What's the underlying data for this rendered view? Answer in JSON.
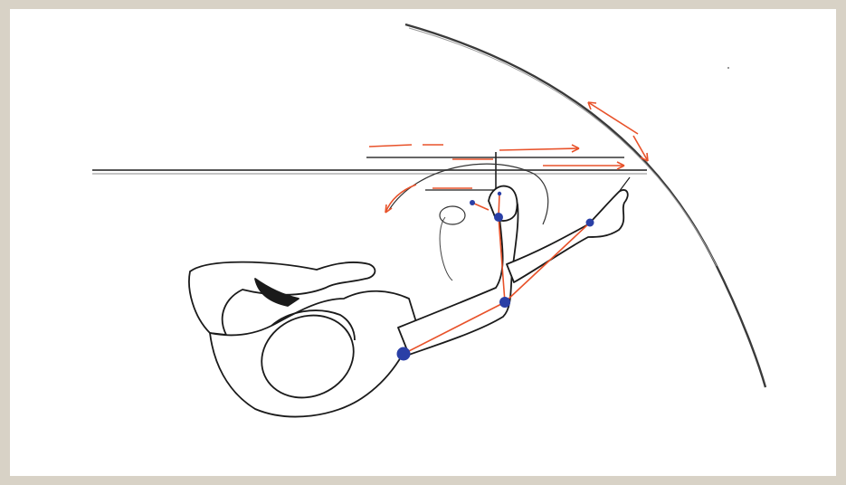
{
  "colors": {
    "frame": "#d8d2c6",
    "paper": "#ffffff",
    "ink": "#1a1a1a",
    "motion_arrows": "#e8522a",
    "limb_segments": "#e8522a",
    "joints": "#2a3fa6"
  },
  "figure": {
    "subject": "top-down-view-of-person-sawing-with-arm-joints-marked",
    "icons": [
      "person-figure",
      "saw-blade-arc",
      "straight-edge",
      "joint-markers",
      "motion-arrows"
    ]
  }
}
